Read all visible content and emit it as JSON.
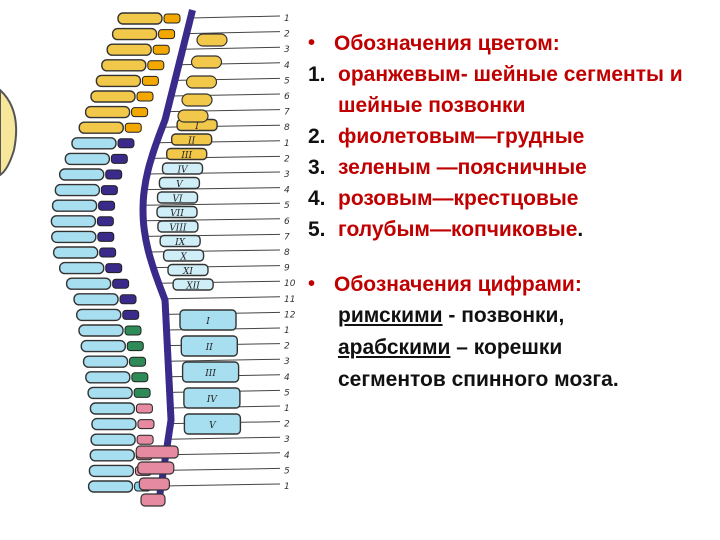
{
  "figure": {
    "colors": {
      "cervical": "#f2a800",
      "thoracic": "#3a2a8a",
      "lumbar": "#2e8b57",
      "sacral": "#e58aa0",
      "coccygeal": "#7fd3ea",
      "vertebra": "#a8dff0",
      "segment": "#e8f6fb"
    },
    "labels": [
      "1",
      "2",
      "3",
      "4",
      "5",
      "6",
      "7",
      "8",
      "1",
      "2",
      "3",
      "4",
      "5",
      "6",
      "7",
      "8",
      "9",
      "10",
      "11",
      "12",
      "1",
      "2",
      "3",
      "4",
      "5",
      "1",
      "2",
      "3",
      "4",
      "5",
      "1"
    ],
    "romans": [
      "I",
      "II",
      "III",
      "IV",
      "V",
      "VI",
      "VII",
      "VIII",
      "IX",
      "X",
      "XI",
      "XII",
      "I",
      "II",
      "III",
      "IV",
      "V"
    ]
  },
  "color_heading": "Обозначения цветом:",
  "color_items": [
    {
      "num": "1.",
      "text": "оранжевым- шейные сегменты и шейные позвонки"
    },
    {
      "num": "2.",
      "text": "фиолетовым—грудные"
    },
    {
      "num": "3.",
      "text": "зеленым —поясничные"
    },
    {
      "num": "4.",
      "text": "розовым—крестцовые"
    },
    {
      "num": "5.",
      "text": "голубым—копчиковые",
      "suffix": "."
    }
  ],
  "number_heading": "Обозначения цифрами:",
  "roman_word": "римскими",
  "roman_rest": " - позвонки,",
  "arabic_word": "арабскими",
  "arabic_rest": " – корешки",
  "final_line": "сегментов спинного мозга."
}
